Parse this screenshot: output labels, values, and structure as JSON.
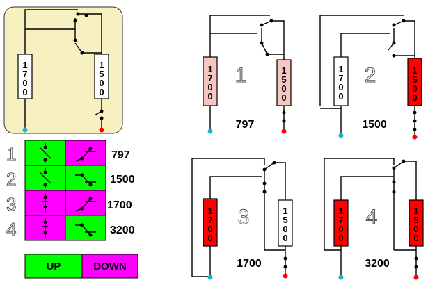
{
  "reference": {
    "r_left": "1700",
    "r_right": "1500"
  },
  "table": {
    "rows": [
      {
        "num": "1",
        "value": "797",
        "left_cell": "green",
        "right_cell": "magenta"
      },
      {
        "num": "2",
        "value": "1500",
        "left_cell": "green",
        "right_cell": "green"
      },
      {
        "num": "3",
        "value": "1700",
        "left_cell": "magenta",
        "right_cell": "magenta"
      },
      {
        "num": "4",
        "value": "3200",
        "left_cell": "magenta",
        "right_cell": "green"
      }
    ]
  },
  "legend": {
    "up": "UP",
    "down": "DOWN"
  },
  "circuits": [
    {
      "num": "1",
      "value": "797",
      "r_left": "1700",
      "r_right": "1500"
    },
    {
      "num": "2",
      "value": "1500",
      "r_left": "1700",
      "r_right": "1500"
    },
    {
      "num": "3",
      "value": "1700",
      "r_left": "1700",
      "r_right": "1500"
    },
    {
      "num": "4",
      "value": "3200",
      "r_left": "1700",
      "r_right": "1500"
    }
  ],
  "colors": {
    "panel": "#f7f0c0",
    "green": "#00ff00",
    "magenta": "#ff00ff",
    "pink": "#f6c7c0",
    "red": "#ff0000",
    "cyan": "#11bbcc",
    "dot_red": "#ff0000"
  }
}
